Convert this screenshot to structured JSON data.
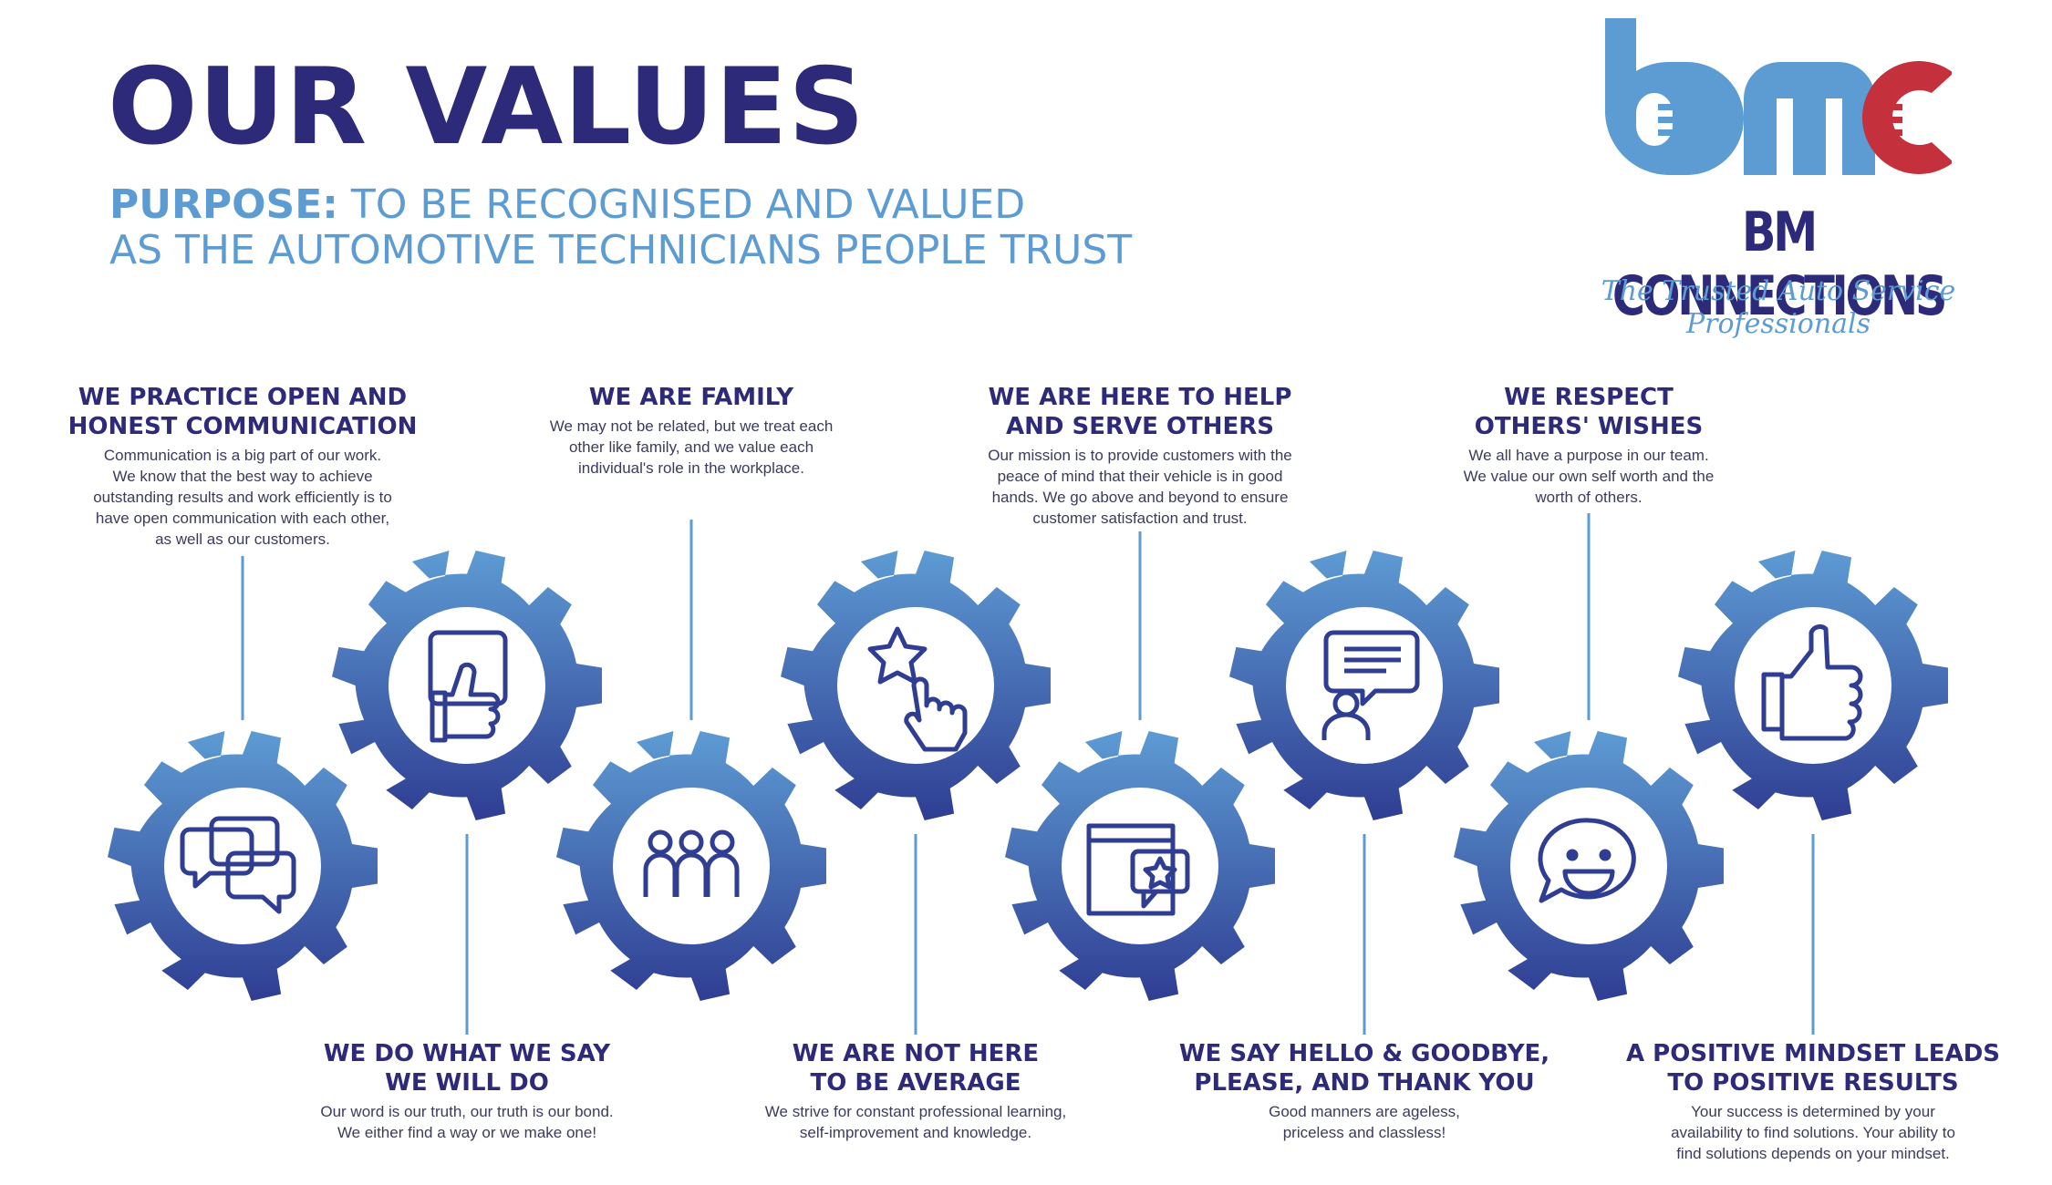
{
  "header": {
    "title": "OUR VALUES",
    "purpose_lead": "PURPOSE:",
    "purpose_line1": "TO BE RECOGNISED AND VALUED",
    "purpose_line2": "AS THE AUTOMOTIVE TECHNICIANS PEOPLE TRUST"
  },
  "logo": {
    "mark": "bmc",
    "name": "BM CONNECTIONS",
    "tagline": "The Trusted Auto Service Professionals",
    "colors": {
      "blue": "#5d9bd3",
      "red": "#c4303c",
      "navy": "#2e2a7a"
    }
  },
  "colors": {
    "title": "#2e2a7a",
    "purpose": "#5d9bd3",
    "gear_light": "#5d9bd3",
    "gear_dark": "#2f3d92",
    "connector": "#5d9bd3"
  },
  "values": [
    {
      "heading_line1": "WE PRACTICE OPEN AND",
      "heading_line2": "HONEST COMMUNICATION",
      "text": [
        "Communication is a big part of our work.",
        "We know that the best way to achieve",
        "outstanding results and work efficiently is to",
        "have open communication with each other,",
        "as well as our customers."
      ],
      "icon": "chat-bubbles-icon"
    },
    {
      "heading_line1": "WE DO WHAT WE SAY",
      "heading_line2": "WE WILL DO",
      "text": [
        "Our word is our truth, our truth is our bond.",
        "We either find a way or we make one!"
      ],
      "icon": "thumbs-up-card-icon"
    },
    {
      "heading_line1": "WE ARE FAMILY",
      "heading_line2": "",
      "text": [
        "We may not be related, but we treat each",
        "other like family, and we value each",
        "individual's role in the workplace."
      ],
      "icon": "people-group-icon"
    },
    {
      "heading_line1": "WE ARE NOT HERE",
      "heading_line2": "TO BE AVERAGE",
      "text": [
        "We strive for constant professional learning,",
        "self-improvement and knowledge."
      ],
      "icon": "star-tap-icon"
    },
    {
      "heading_line1": "WE ARE HERE TO HELP",
      "heading_line2": "AND SERVE OTHERS",
      "text": [
        "Our mission is to provide customers with the",
        "peace of mind that their vehicle is in good",
        "hands. We go above and beyond to ensure",
        "customer satisfaction and trust."
      ],
      "icon": "review-window-icon"
    },
    {
      "heading_line1": "WE SAY HELLO & GOODBYE,",
      "heading_line2": "PLEASE, AND THANK YOU",
      "text": [
        "Good manners are ageless,",
        "priceless and classless!"
      ],
      "icon": "person-speech-icon"
    },
    {
      "heading_line1": "WE RESPECT",
      "heading_line2": "OTHERS' WISHES",
      "text": [
        "We all have a purpose in our team.",
        "We value our own self worth and the",
        "worth of others."
      ],
      "icon": "smile-speech-icon"
    },
    {
      "heading_line1": "A POSITIVE MINDSET LEADS",
      "heading_line2": "TO POSITIVE RESULTS",
      "text": [
        "Your success is determined by your",
        "availability to find solutions. Your ability to",
        "find solutions depends on your mindset."
      ],
      "icon": "thumbs-up-icon"
    }
  ]
}
